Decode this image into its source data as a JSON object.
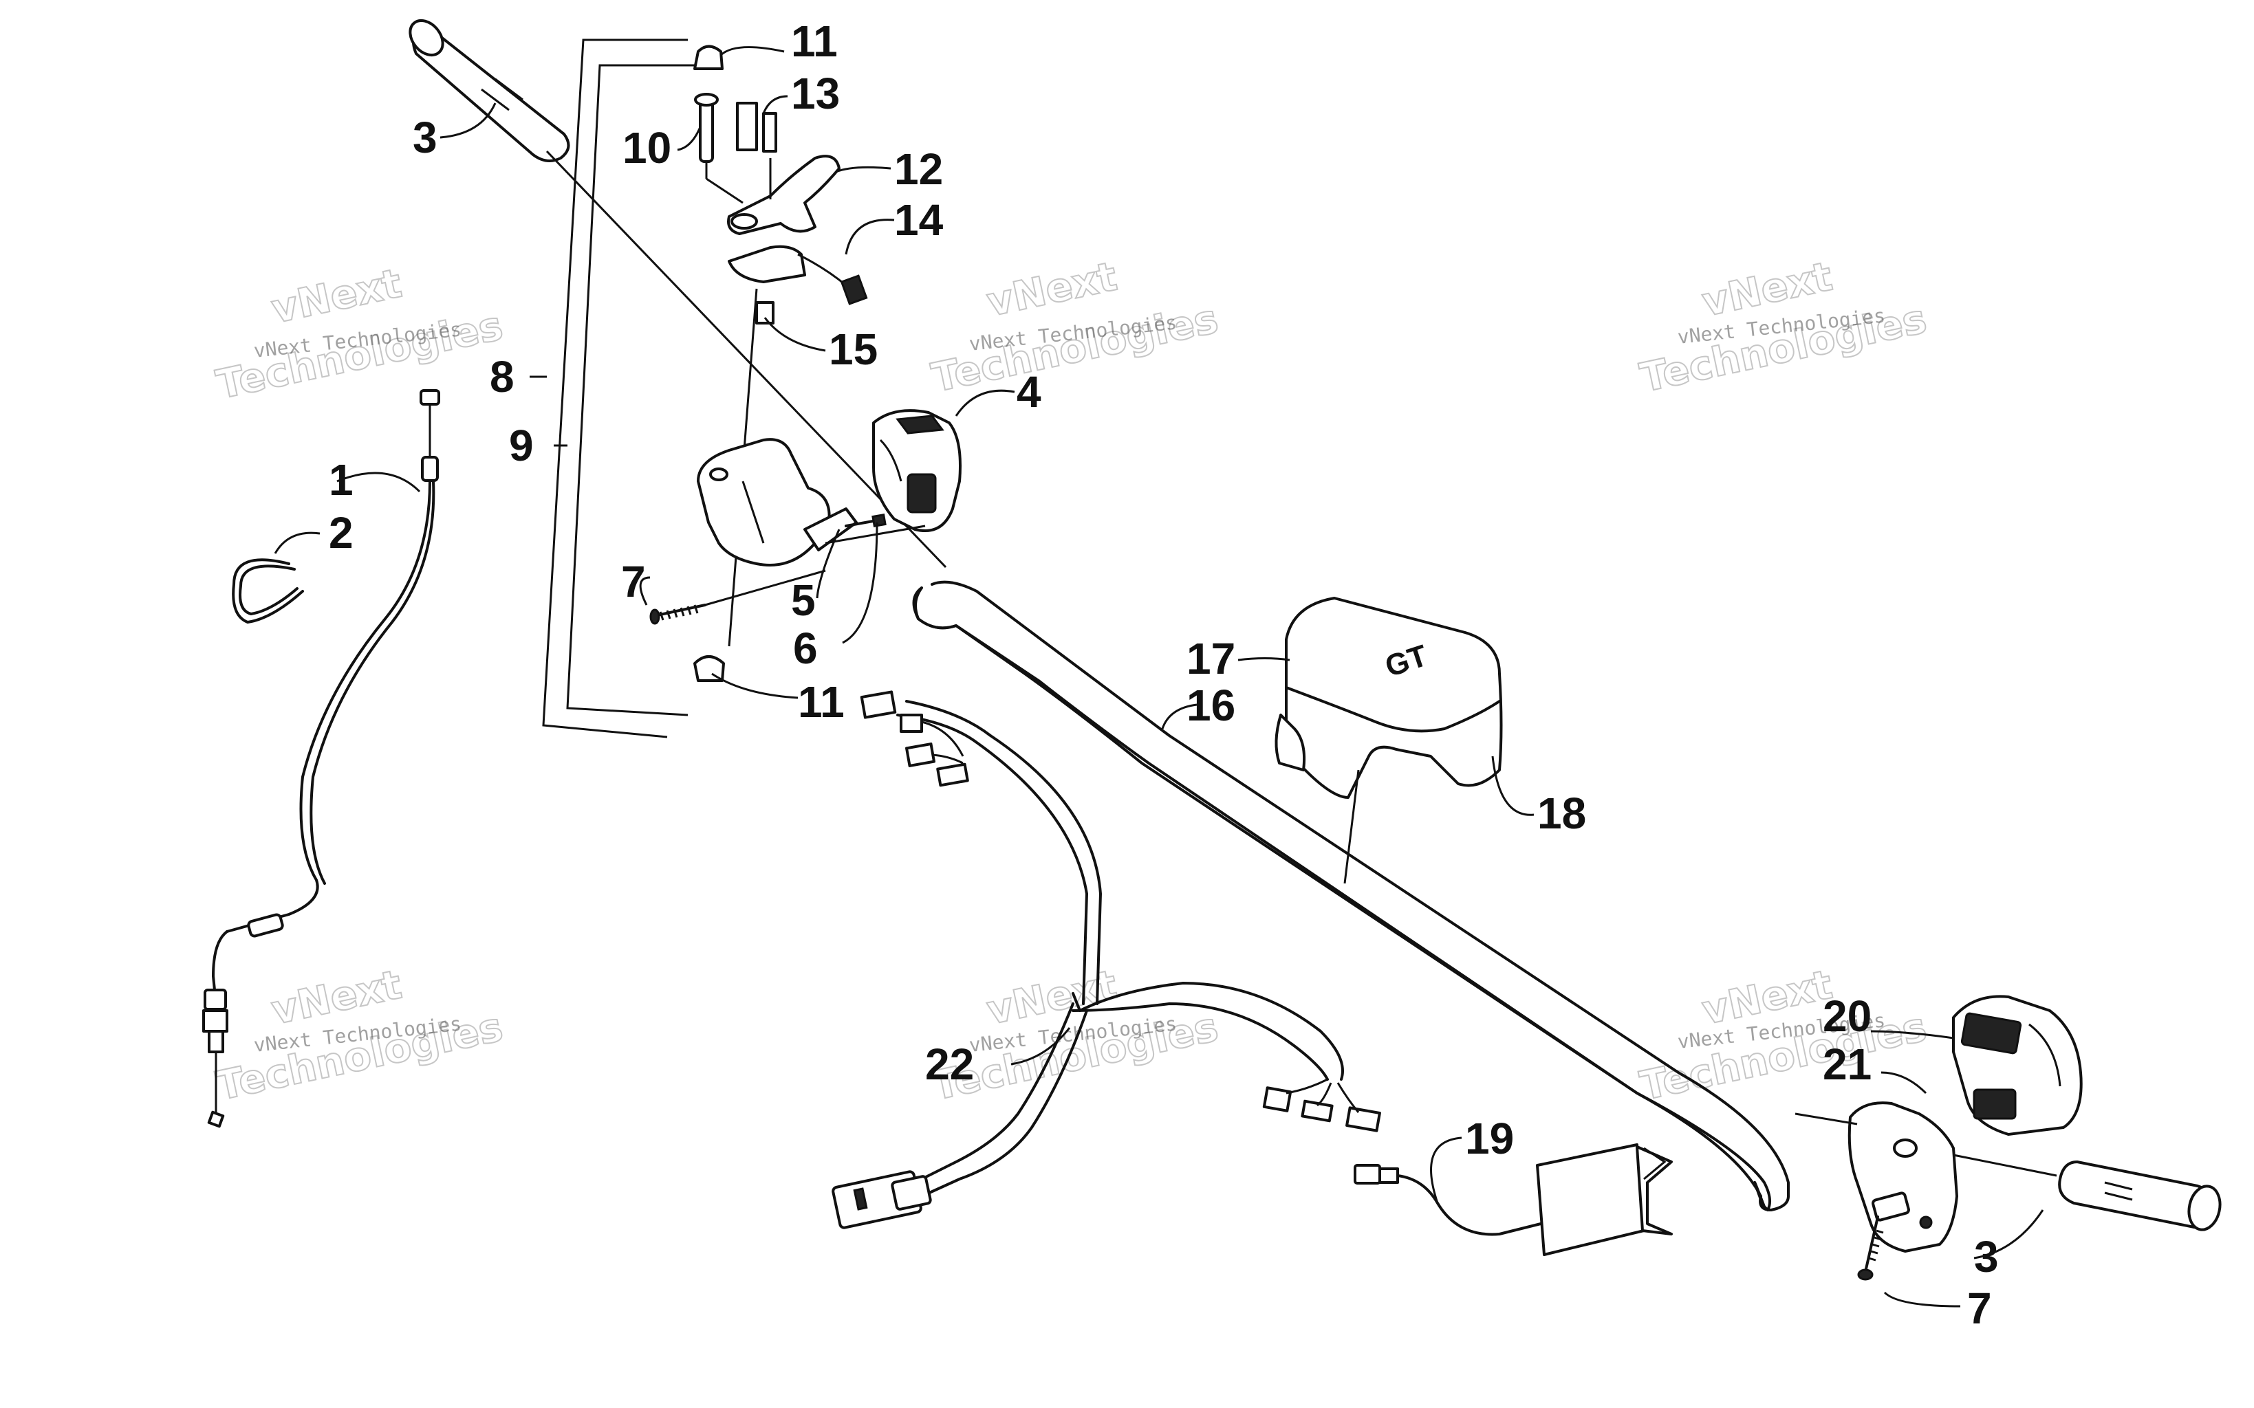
{
  "watermark": {
    "line1": "vNext",
    "line2": "Technologies",
    "full": "vNext Technologies"
  },
  "callouts": {
    "c1": "1",
    "c2": "2",
    "c3a": "3",
    "c3b": "3",
    "c4": "4",
    "c5": "5",
    "c6": "6",
    "c7a": "7",
    "c7b": "7",
    "c8": "8",
    "c9": "9",
    "c10": "10",
    "c11a": "11",
    "c11b": "11",
    "c12": "12",
    "c13": "13",
    "c14": "14",
    "c15": "15",
    "c16": "16",
    "c17": "17",
    "c18": "18",
    "c19": "19",
    "c20": "20",
    "c21": "21",
    "c22": "22"
  },
  "pad_logo": "GT"
}
